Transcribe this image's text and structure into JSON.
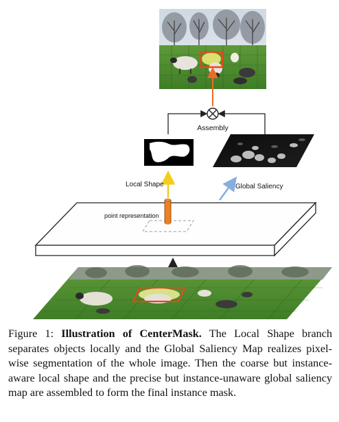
{
  "figure": {
    "assembly_label": "Assembly",
    "local_shape_label": "Local Shape",
    "global_saliency_label": "Global Saliency",
    "point_representation_label": "point representation",
    "colors": {
      "orange": "#f08020",
      "mask_red": "#e64818",
      "arrow_yellow": "#f4cc1c",
      "arrow_blue": "#88aee0",
      "arrow_orange": "#ef6a2a",
      "arrow_black": "#222222"
    }
  },
  "caption": {
    "prefix": "Figure 1: ",
    "title": "Illustration of CenterMask.",
    "body": " The Local Shape branch separates objects locally and the Global Saliency Map realizes pixel-wise segmentation of the whole image. Then the coarse but instance-aware local shape and the precise but instance-unaware global saliency map are assembled to form the final instance mask."
  }
}
